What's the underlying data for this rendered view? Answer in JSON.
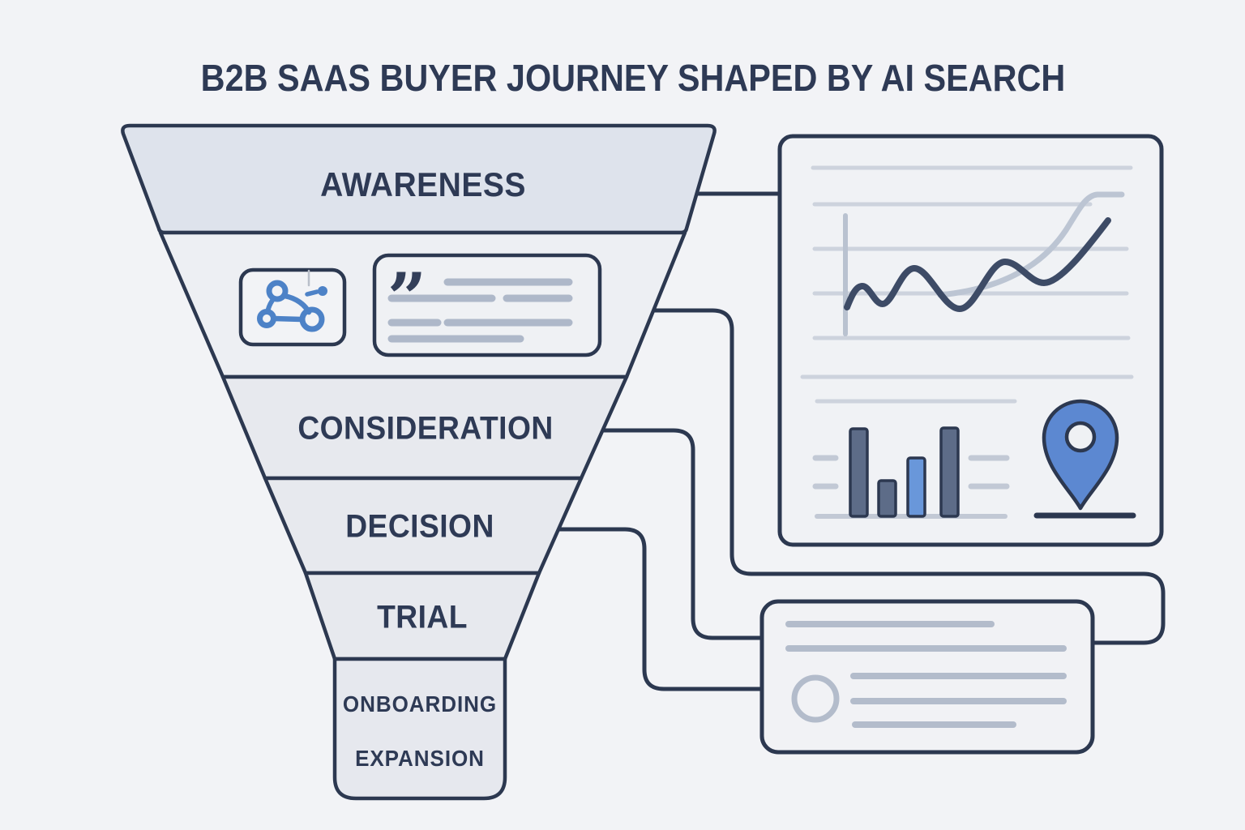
{
  "title": "B2B SAAS BUYER JOURNEY SHAPED BY AI SEARCH",
  "funnel": {
    "stages": [
      {
        "id": "awareness",
        "label": "AWARENESS"
      },
      {
        "id": "consideration",
        "label": "CONSIDERATION"
      },
      {
        "id": "decision",
        "label": "DECISION"
      },
      {
        "id": "trial",
        "label": "TRIAL"
      }
    ],
    "post_sale_stages": [
      {
        "id": "onboarding",
        "label": "ONBOARDING"
      },
      {
        "id": "expansion",
        "label": "EXPANSION"
      }
    ],
    "awareness_band_content": {
      "icons": [
        "ai-network-icon",
        "quote-icon"
      ],
      "quote_card_placeholder_lines": 6
    }
  },
  "icons": {
    "quote_char": "”",
    "names": [
      "ai-network-icon",
      "quote-icon",
      "line-chart",
      "bar-chart",
      "location-pin-icon",
      "circle-outline-icon"
    ]
  },
  "analytics_panel": {
    "line_chart": {
      "gridlines": 6,
      "series": [
        {
          "name": "dark-trend-line",
          "color": "#3d4b66"
        },
        {
          "name": "light-growth-curve",
          "color": "#bcc5d3"
        }
      ]
    },
    "bar_chart": {
      "bars_relative": [
        1.0,
        0.41,
        0.66,
        1.0
      ],
      "highlight_bar_index": 2
    },
    "icons": [
      "location-pin-icon"
    ]
  },
  "summary_card": {
    "icons": [
      "circle-outline-icon"
    ],
    "placeholder_lines": 5
  },
  "colors": {
    "background": "#f2f3f6",
    "navy_stroke": "#2c3850",
    "text_navy": "#2e3a55",
    "accent_blue": "#4d82c7",
    "pin_blue": "#5c88d1",
    "slate_bar": "#5d6c88",
    "highlight_bar": "#6997da",
    "placeholder_gray": "#aeb8c9",
    "grid_gray": "#cdd3dd",
    "band1_fill": "#dee3ec",
    "band2_fill": "#edeff3",
    "band_fill": "#e7e9ee",
    "panel_fill": "#f0f2f5"
  }
}
